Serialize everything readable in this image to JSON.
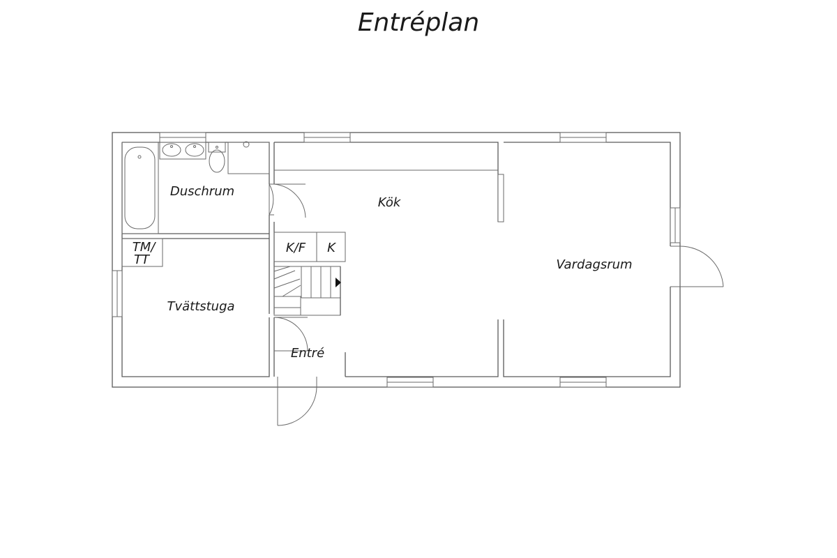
{
  "title": "Entréplan",
  "rooms": {
    "duschrum": "Duschrum",
    "kok": "Kök",
    "vardagsrum": "Vardagsrum",
    "tvattstuga": "Tvättstuga",
    "entre": "Entré"
  },
  "fixtures": {
    "tm_line1": "TM/",
    "tm_line2": "TT",
    "kf": "K/F",
    "k": "K"
  },
  "colors": {
    "line": "#5a5a5a",
    "text": "#1a1a1a",
    "background": "#ffffff"
  }
}
